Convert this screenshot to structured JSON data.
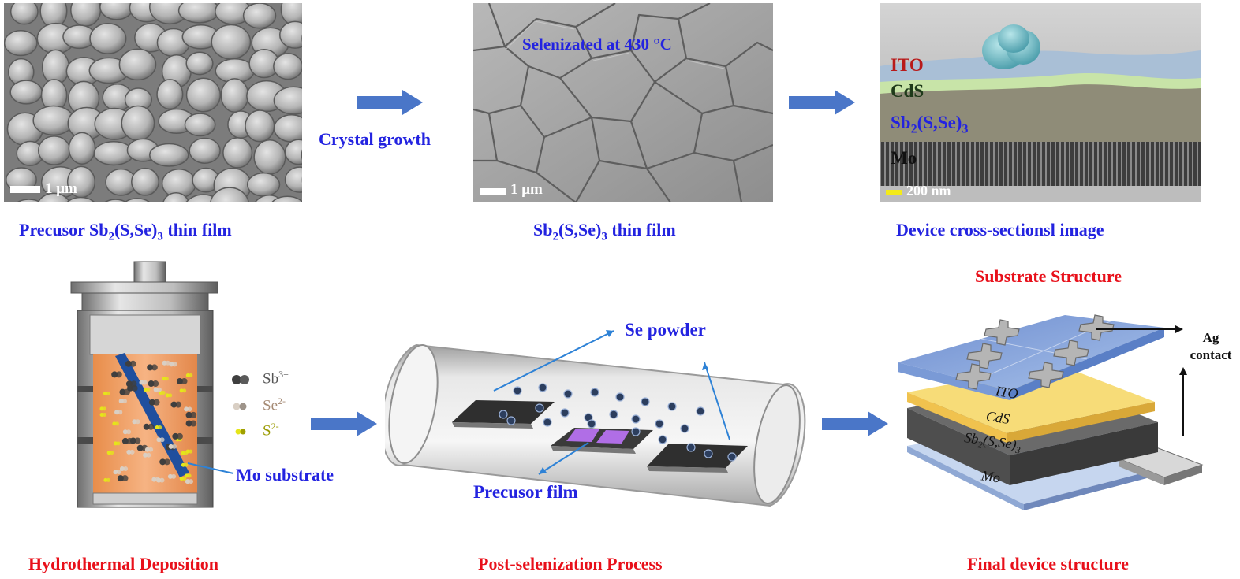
{
  "colors": {
    "caption_blue": "#2323e0",
    "caption_red": "#e8101a",
    "arrow_blue": "#4a76c8",
    "liquid_orange": "#f2a56e",
    "ito_blue": "#7fa2d8",
    "cds_yellow": "#f2d16a",
    "sbsse_gray": "#5a5a5a",
    "mo_lightblue": "#c3d3ee",
    "film_purple": "#b06ee6"
  },
  "top_row": {
    "panel1": {
      "scale_bar": "1 μm",
      "caption_pre": "Precusor Sb",
      "caption_sub1": "2",
      "caption_mid": "(S,Se)",
      "caption_sub2": "3",
      "caption_post": " thin film"
    },
    "arrow1_label": "Crystal growth",
    "panel2": {
      "overlay": "Selenizated at 430 °C",
      "scale_bar": "1 μm",
      "caption_pre": "Sb",
      "caption_sub1": "2",
      "caption_mid": "(S,Se)",
      "caption_sub2": "3",
      "caption_post": " thin film"
    },
    "panel3": {
      "layer_ito": "ITO",
      "layer_cds": "CdS",
      "layer_sb_pre": "Sb",
      "layer_sb_sub1": "2",
      "layer_sb_mid": "(S,Se)",
      "layer_sb_sub2": "3",
      "layer_mo": "Mo",
      "scale_bar": "200 nm",
      "caption": "Device cross-sectionsl image"
    }
  },
  "bottom_row": {
    "autoclave": {
      "legend_sb": "Sb",
      "legend_sb_sup": "3+",
      "legend_se": "Se",
      "legend_se_sup": "2-",
      "legend_s": "S",
      "legend_s_sup": "2-",
      "mo_substrate": "Mo substrate",
      "caption": "Hydrothermal Deposition"
    },
    "tube": {
      "se_powder": "Se powder",
      "precursor_film": "Precusor film",
      "caption": "Post-selenization Process"
    },
    "device": {
      "title": "Substrate Structure",
      "ag_contact_line1": "Ag",
      "ag_contact_line2": "contact",
      "layer_ito": "ITO",
      "layer_cds": "CdS",
      "layer_sb_pre": "Sb",
      "layer_sb_sub1": "2",
      "layer_sb_mid": "(S,Se)",
      "layer_sb_sub2": "3",
      "layer_mo": "Mo",
      "caption": "Final device structure"
    }
  }
}
